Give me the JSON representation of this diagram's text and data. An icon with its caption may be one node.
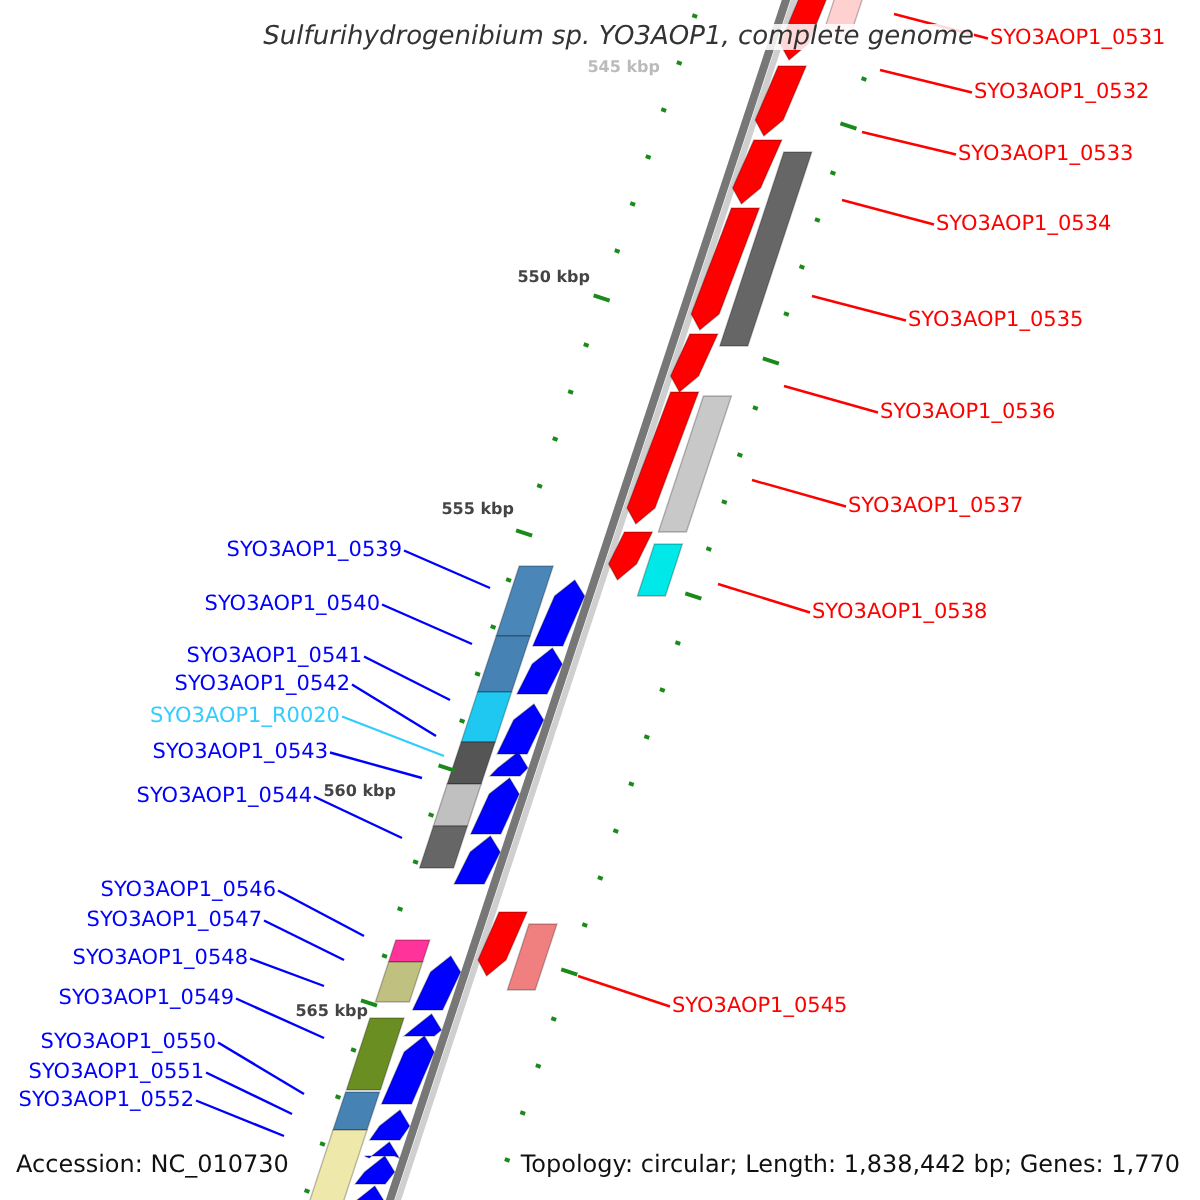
{
  "diagram": {
    "title": "Sulfurihydrogenibium sp. YO3AOP1, complete genome",
    "nodes": [
      {
        "text": [
          "SYO3AOP1_0531"
        ]
      },
      {
        "text": [
          "SYO3AOP1_0532"
        ]
      },
      {
        "text": [
          "SYO3AOP1_0533"
        ]
      },
      {
        "text": [
          "SYO3AOP1_0534"
        ]
      },
      {
        "text": [
          "SYO3AOP1_0535"
        ]
      },
      {
        "text": [
          "SYO3AOP1_0536"
        ]
      },
      {
        "text": [
          "SYO3AOP1_0537"
        ]
      },
      {
        "text": [
          "SYO3AOP1_0539"
        ]
      },
      {
        "text": [
          "SYO3AOP1_0540"
        ]
      },
      {
        "text": [
          "SYO3AOP1_0538"
        ]
      },
      {
        "text": [
          "SYO3AOP1_0541"
        ]
      },
      {
        "text": [
          "SYO3AOP1_0542"
        ]
      },
      {
        "text": [
          "SYO3AOP1_R0020"
        ]
      },
      {
        "text": [
          "SYO3AOP1_0543"
        ]
      },
      {
        "text": [
          "SYO3AOP1_0544"
        ]
      },
      {
        "text": [
          "SYO3AOP1_0546"
        ]
      },
      {
        "text": [
          "SYO3AOP1_0547"
        ]
      },
      {
        "text": [
          "SYO3AOP1_0548"
        ]
      },
      {
        "text": [
          "SYO3AOP1_0549"
        ]
      },
      {
        "text": [
          "SYO3AOP1_0545"
        ]
      },
      {
        "text": [
          "SYO3AOP1_0550"
        ]
      },
      {
        "text": [
          "SYO3AOP1_0551"
        ]
      },
      {
        "text": [
          "SYO3AOP1_0552"
        ]
      }
    ],
    "edges": [
      {
        "from": 0,
        "to": null,
        "arrow": "none",
        "color": "#ff0000"
      },
      {
        "from": 1,
        "to": null,
        "arrow": "none",
        "color": "#ff0000"
      },
      {
        "from": 2,
        "to": null,
        "arrow": "none",
        "color": "#ff0000"
      },
      {
        "from": 3,
        "to": null,
        "arrow": "none",
        "color": "#ff0000"
      },
      {
        "from": 4,
        "to": null,
        "arrow": "none",
        "color": "#ff0000"
      },
      {
        "from": 5,
        "to": null,
        "arrow": "none",
        "color": "#ff0000"
      },
      {
        "from": 6,
        "to": null,
        "arrow": "none",
        "color": "#ff0000"
      },
      {
        "from": 7,
        "to": null,
        "arrow": "none"
      },
      {
        "from": 8,
        "to": null,
        "arrow": "none"
      },
      {
        "from": 9,
        "to": null,
        "arrow": "none",
        "color": "#ff0000"
      },
      {
        "from": 10,
        "to": null,
        "arrow": "none"
      },
      {
        "from": 11,
        "to": null,
        "arrow": "none"
      },
      {
        "from": 12,
        "to": null,
        "arrow": "none",
        "color": "#33ccff"
      },
      {
        "from": 13,
        "to": null,
        "arrow": "none"
      },
      {
        "from": 14,
        "to": null,
        "arrow": "none"
      },
      {
        "from": 15,
        "to": null,
        "arrow": "none"
      },
      {
        "from": 16,
        "to": null,
        "arrow": "none"
      },
      {
        "from": 17,
        "to": null,
        "arrow": "none"
      },
      {
        "from": 18,
        "to": null,
        "arrow": "none"
      },
      {
        "from": 19,
        "to": null,
        "arrow": "none",
        "color": "#ff0000"
      },
      {
        "from": 20,
        "to": null,
        "arrow": "none"
      },
      {
        "from": 21,
        "to": null,
        "arrow": "none"
      },
      {
        "from": 22,
        "to": null,
        "arrow": "none"
      }
    ],
    "labels": [
      "545 kbp",
      "550 kbp",
      "555 kbp",
      "560 kbp",
      "565 kbp",
      "Accession: NC_010730",
      "Topology: circular; Length: 1,838,442 bp; Genes: 1,770"
    ]
  }
}
